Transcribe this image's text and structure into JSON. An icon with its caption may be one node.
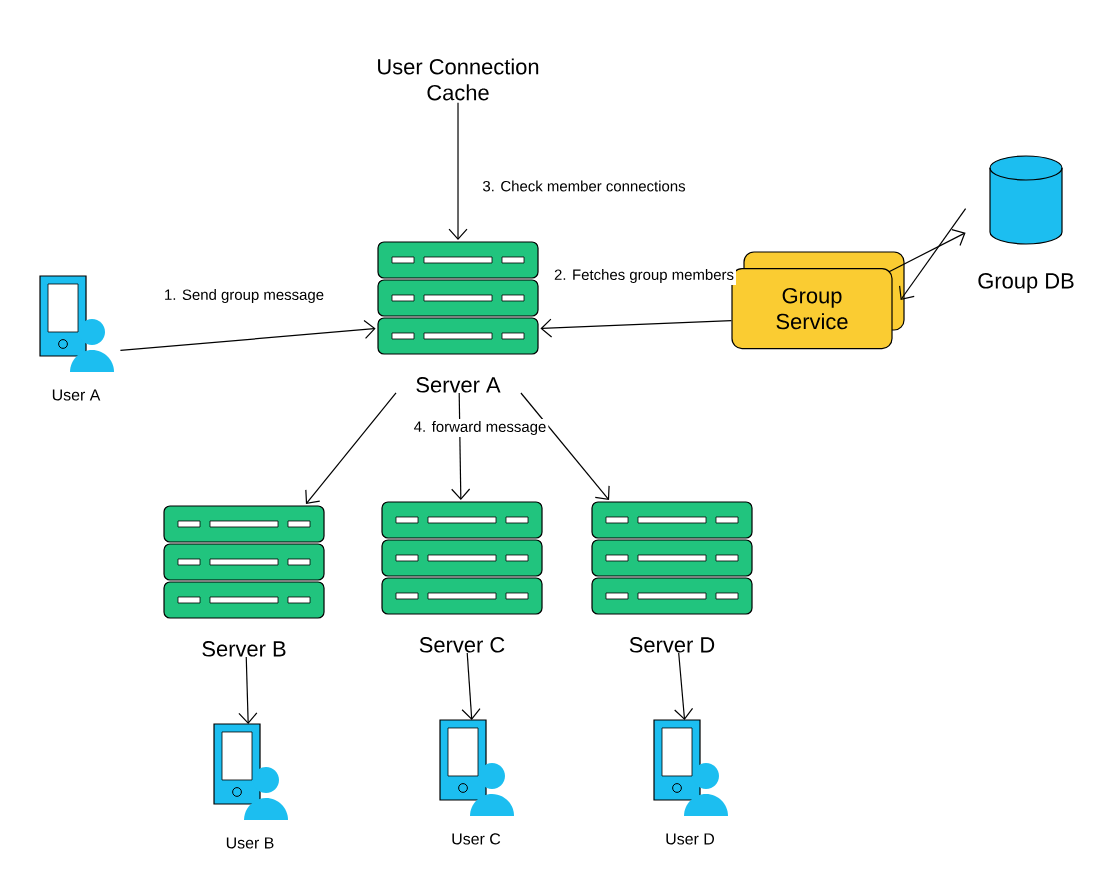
{
  "diagram": {
    "nodes": [
      {
        "text": [
          "User Connection Cache"
        ]
      },
      {
        "text": [
          "User A"
        ]
      },
      {
        "text": [
          "Server A"
        ]
      },
      {
        "text": [
          "Group Service"
        ]
      },
      {
        "text": [
          "Group DB"
        ]
      },
      {
        "text": [
          "Server B"
        ]
      },
      {
        "text": [
          "Server C"
        ]
      },
      {
        "text": [
          "Server D"
        ]
      },
      {
        "text": [
          "User B"
        ]
      },
      {
        "text": [
          "User C"
        ]
      },
      {
        "text": [
          "User D"
        ]
      }
    ],
    "edges": [
      {
        "from": 1,
        "to": 2,
        "arrow": "to",
        "label": "1. Send group message"
      },
      {
        "from": 3,
        "to": 2,
        "arrow": "to",
        "label": "2. Fetches group members"
      },
      {
        "from": 0,
        "to": 2,
        "arrow": "to",
        "label": "3. Check member connections"
      },
      {
        "from": 3,
        "to": 4,
        "arrow": "to"
      },
      {
        "from": 4,
        "to": 3,
        "arrow": "to"
      },
      {
        "from": 2,
        "to": 5,
        "arrow": "to"
      },
      {
        "from": 2,
        "to": 6,
        "arrow": "to",
        "label": "4. forward message"
      },
      {
        "from": 2,
        "to": 7,
        "arrow": "to"
      },
      {
        "from": 5,
        "to": 8,
        "arrow": "to"
      },
      {
        "from": 6,
        "to": 9,
        "arrow": "to"
      },
      {
        "from": 7,
        "to": 10,
        "arrow": "to"
      }
    ]
  }
}
